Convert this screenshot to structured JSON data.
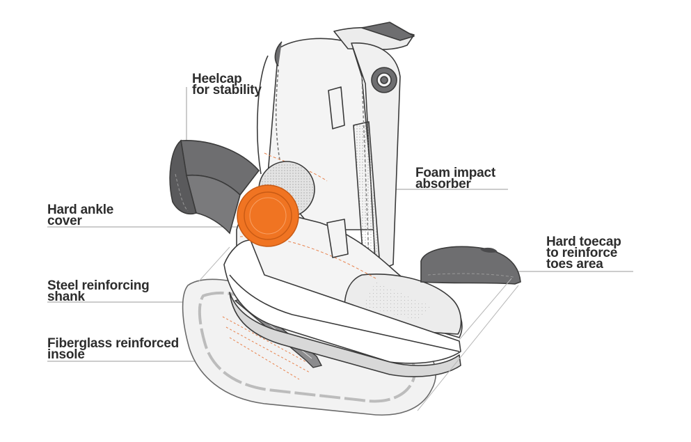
{
  "colors": {
    "outline": "#3a3a3a",
    "hard_part_fill": "#6e6e70",
    "accent_orange": "#f07422",
    "foam_fill": "#dcdcdc",
    "leader_line": "#9a9a9a"
  },
  "labels": {
    "heelcap": {
      "line1": "Heelcap",
      "line2": "for stability"
    },
    "foam": {
      "line1": "Foam impact",
      "line2": "absorber"
    },
    "ankle": {
      "line1": "Hard ankle",
      "line2": "cover"
    },
    "toecap": {
      "line1": "Hard toecap",
      "line2": "to reinforce",
      "line3": "toes area"
    },
    "shank": {
      "line1": "Steel reinforcing",
      "line2": "shank"
    },
    "insole": {
      "line1": "Fiberglass reinforced",
      "line2": "insole"
    }
  }
}
